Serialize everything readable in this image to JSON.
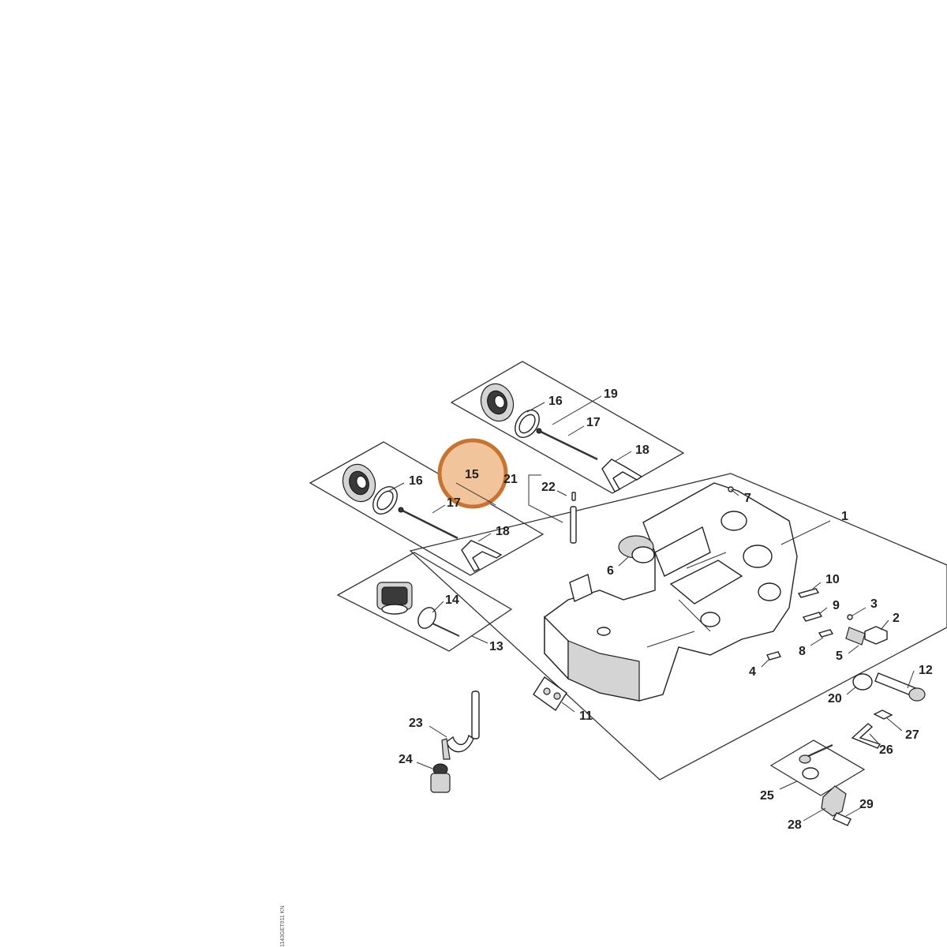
{
  "callouts": [
    {
      "id": "1",
      "label": "1"
    },
    {
      "id": "2",
      "label": "2"
    },
    {
      "id": "3",
      "label": "3"
    },
    {
      "id": "4",
      "label": "4"
    },
    {
      "id": "5",
      "label": "5"
    },
    {
      "id": "6",
      "label": "6"
    },
    {
      "id": "7",
      "label": "7"
    },
    {
      "id": "8",
      "label": "8"
    },
    {
      "id": "9",
      "label": "9"
    },
    {
      "id": "10",
      "label": "10"
    },
    {
      "id": "11",
      "label": "11"
    },
    {
      "id": "12",
      "label": "12"
    },
    {
      "id": "13",
      "label": "13"
    },
    {
      "id": "14",
      "label": "14"
    },
    {
      "id": "15",
      "label": "15"
    },
    {
      "id": "16a",
      "label": "16"
    },
    {
      "id": "16b",
      "label": "16"
    },
    {
      "id": "17a",
      "label": "17"
    },
    {
      "id": "17b",
      "label": "17"
    },
    {
      "id": "18a",
      "label": "18"
    },
    {
      "id": "18b",
      "label": "18"
    },
    {
      "id": "19",
      "label": "19"
    },
    {
      "id": "20",
      "label": "20"
    },
    {
      "id": "21",
      "label": "21"
    },
    {
      "id": "22",
      "label": "22"
    },
    {
      "id": "23",
      "label": "23"
    },
    {
      "id": "24",
      "label": "24"
    },
    {
      "id": "25",
      "label": "25"
    },
    {
      "id": "26",
      "label": "26"
    },
    {
      "id": "27",
      "label": "27"
    },
    {
      "id": "28",
      "label": "28"
    },
    {
      "id": "29",
      "label": "29"
    }
  ],
  "highlight": {
    "callout": "15",
    "color": "#c8742e",
    "fill": "#f2c49c"
  },
  "drawing_ref": "1143GET011 KN"
}
